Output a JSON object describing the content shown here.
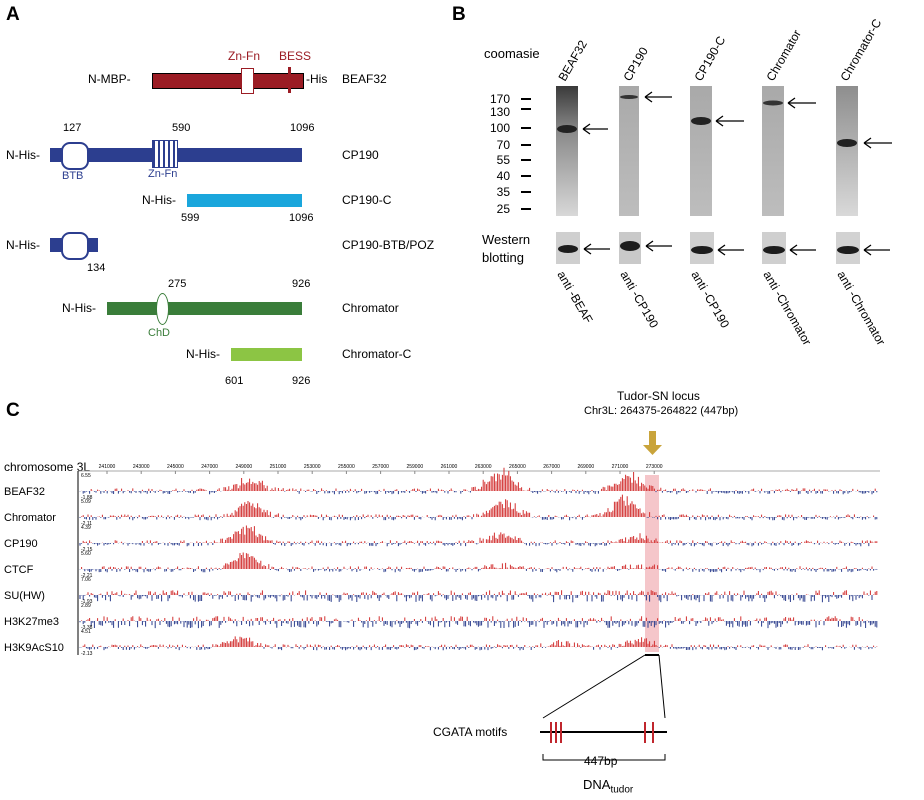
{
  "panels": {
    "a": "A",
    "b": "B",
    "c": "C"
  },
  "colors": {
    "beaf": "#9b1c24",
    "cp190": "#2c3e8f",
    "cp190c": "#1aa6dc",
    "chromator": "#3a7d3a",
    "chromatorc": "#8cc544",
    "track_pos": "#d23030",
    "track_neg": "#2b3d8c",
    "highlight": "#f2b8bd",
    "arrow": "#c9a43b"
  },
  "constructs": {
    "beaf32": {
      "prefix": "N-MBP-",
      "suffix": "-His",
      "name": "BEAF32",
      "dom1": "Zn-Fn",
      "dom2": "BESS"
    },
    "cp190": {
      "prefix": "N-His-",
      "name": "CP190",
      "n1": "127",
      "n2": "590",
      "n3": "1096",
      "dom1": "BTB",
      "dom2": "Zn-Fn"
    },
    "cp190c": {
      "prefix": "N-His-",
      "name": "CP190-C",
      "n1": "599",
      "n2": "1096"
    },
    "cp190btb": {
      "prefix": "N-His-",
      "name": "CP190-BTB/POZ",
      "n1": "134"
    },
    "chromator": {
      "prefix": "N-His-",
      "name": "Chromator",
      "n1": "275",
      "n2": "926",
      "dom1": "ChD"
    },
    "chromatorc": {
      "prefix": "N-His-",
      "name": "Chromator-C",
      "n1": "601",
      "n2": "926"
    }
  },
  "gel": {
    "coomasie_label": "coomasie",
    "western_label_1": "Western",
    "western_label_2": "blotting",
    "markers": [
      "170",
      "130",
      "100",
      "70",
      "55",
      "40",
      "35",
      "25"
    ],
    "lanes": [
      "BEAF32",
      "CP190",
      "CP190-C",
      "Chromator",
      "Chromator-C"
    ],
    "antibodies": [
      "anti -BEAF",
      "anti -CP190",
      "anti -CP190",
      "anti -Chromator",
      "anti -Chromator"
    ]
  },
  "browser": {
    "locus_title": "Tudor-SN locus",
    "locus_coords": "Chr3L: 264375-264822 (447bp)",
    "chromosome_label": "chromosome 3L",
    "ticks": [
      "241000",
      "243000",
      "245000",
      "247000",
      "249000",
      "251000",
      "253000",
      "255000",
      "257000",
      "259000",
      "261000",
      "263000",
      "265000",
      "267000",
      "269000",
      "271000",
      "273000"
    ],
    "tracks": [
      {
        "name": "BEAF32",
        "max": "6.55",
        "min": "-1.88"
      },
      {
        "name": "Chromator",
        "max": "5.09",
        "min": "-2.11"
      },
      {
        "name": "CP190",
        "max": "4.39",
        "min": "-2.15"
      },
      {
        "name": "CTCF",
        "max": "5.60",
        "min": "-2.21"
      },
      {
        "name": "SU(HW)",
        "max": "7.06",
        "min": "-1.93"
      },
      {
        "name": "H3K27me3",
        "max": "2.89",
        "min": "-3.38"
      },
      {
        "name": "H3K9AcS10",
        "max": "4.51",
        "min": "-2.13"
      }
    ],
    "motif_label": "CGATA motifs",
    "length_label": "447bp",
    "dna_label": "DNA",
    "dna_sub": "tudor"
  }
}
